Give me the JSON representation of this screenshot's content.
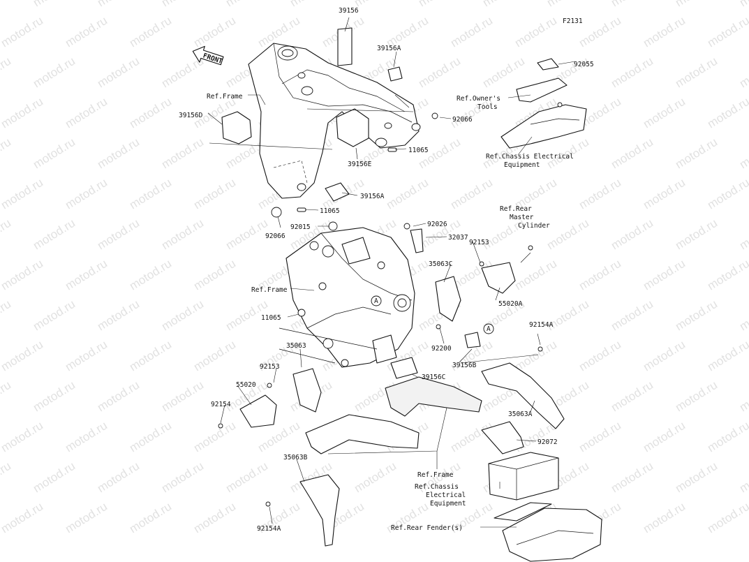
{
  "diagram": {
    "code": "F2131",
    "front_arrow": "FRONT",
    "watermark": "motod.ru",
    "callout_marker": "A",
    "parts": [
      {
        "id": "p39156",
        "label": "39156"
      },
      {
        "id": "p39156a_top",
        "label": "39156A"
      },
      {
        "id": "p92055",
        "label": "92055"
      },
      {
        "id": "pRefOwners",
        "label": "Ref.Owner's"
      },
      {
        "id": "pRefOwners2",
        "label": "Tools"
      },
      {
        "id": "pRefFrame1",
        "label": "Ref.Frame"
      },
      {
        "id": "p39156d",
        "label": "39156D"
      },
      {
        "id": "p92066_top",
        "label": "92066"
      },
      {
        "id": "p11065_top",
        "label": "11065"
      },
      {
        "id": "pRefChassis1",
        "label": "Ref.Chassis Electrical"
      },
      {
        "id": "pRefChassis1b",
        "label": "Equipment"
      },
      {
        "id": "p39156e",
        "label": "39156E"
      },
      {
        "id": "p39156a_mid",
        "label": "39156A"
      },
      {
        "id": "p11065_mid",
        "label": "11065"
      },
      {
        "id": "p92066_mid",
        "label": "92066"
      },
      {
        "id": "p92015",
        "label": "92015"
      },
      {
        "id": "p92026",
        "label": "92026"
      },
      {
        "id": "pRefRear1",
        "label": "Ref.Rear"
      },
      {
        "id": "pRefRear2",
        "label": "Master"
      },
      {
        "id": "pRefRear3",
        "label": "Cylinder"
      },
      {
        "id": "p32037",
        "label": "32037"
      },
      {
        "id": "p92153_r",
        "label": "92153"
      },
      {
        "id": "p35063c",
        "label": "35063C"
      },
      {
        "id": "pRefFrame2",
        "label": "Ref.Frame"
      },
      {
        "id": "p55020a",
        "label": "55020A"
      },
      {
        "id": "p11065_low",
        "label": "11065"
      },
      {
        "id": "p92154a_r",
        "label": "92154A"
      },
      {
        "id": "p92200",
        "label": "92200"
      },
      {
        "id": "p35063",
        "label": "35063"
      },
      {
        "id": "p39156b",
        "label": "39156B"
      },
      {
        "id": "p92153_l",
        "label": "92153"
      },
      {
        "id": "p39156c",
        "label": "39156C"
      },
      {
        "id": "p55020",
        "label": "55020"
      },
      {
        "id": "p92154",
        "label": "92154"
      },
      {
        "id": "p35063a",
        "label": "35063A"
      },
      {
        "id": "p92072",
        "label": "92072"
      },
      {
        "id": "pRefFrame3",
        "label": "Ref.Frame"
      },
      {
        "id": "p35063b",
        "label": "35063B"
      },
      {
        "id": "pRefChassis2",
        "label": "Ref.Chassis"
      },
      {
        "id": "pRefChassis2b",
        "label": "Electrical"
      },
      {
        "id": "pRefChassis2c",
        "label": "Equipment"
      },
      {
        "id": "pRefFender",
        "label": "Ref.Rear Fender(s)"
      },
      {
        "id": "p92154a_l",
        "label": "92154A"
      }
    ]
  }
}
